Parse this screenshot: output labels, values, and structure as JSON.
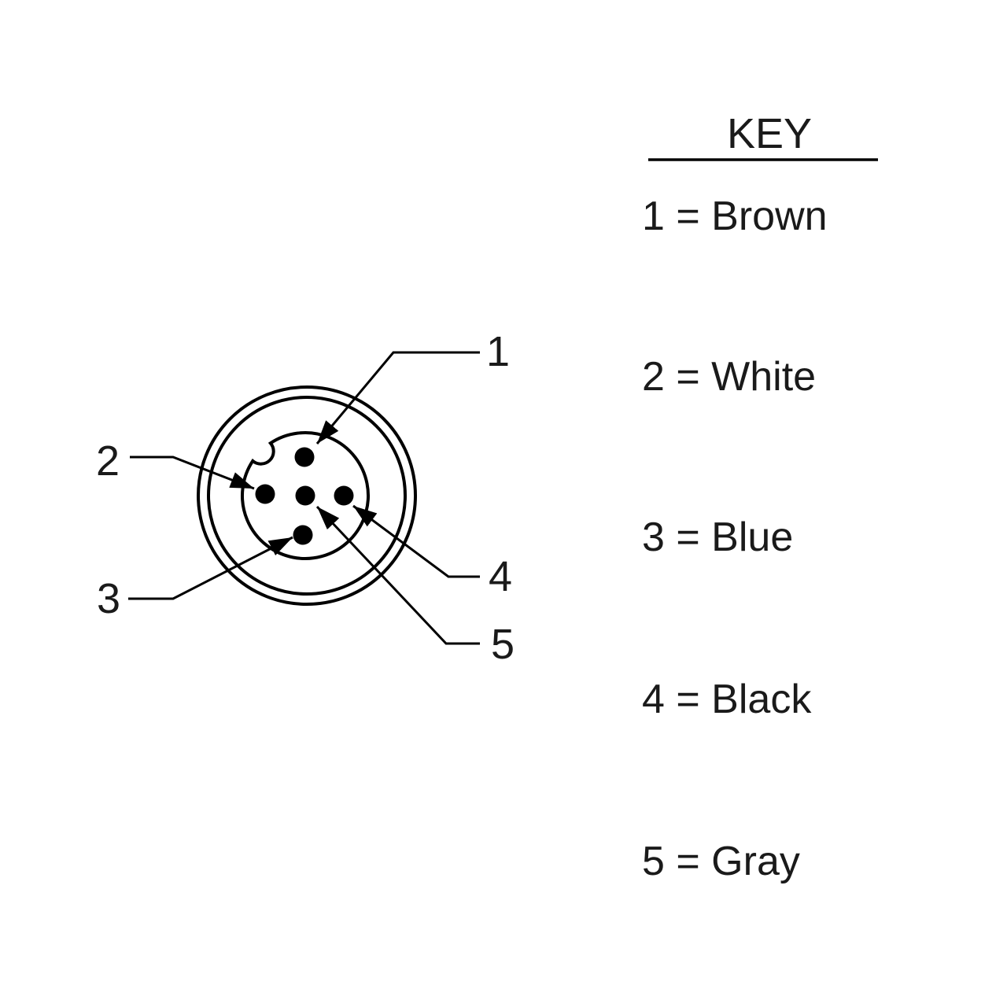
{
  "canvas": {
    "background": "#ffffff",
    "ink": "#000000",
    "text_color": "#1a1a1a"
  },
  "connector": {
    "pin_numbers": [
      "1",
      "2",
      "3",
      "4",
      "5"
    ]
  },
  "key": {
    "title": "KEY",
    "rows": [
      {
        "pin": "1",
        "color": "Brown",
        "label": "1 = Brown"
      },
      {
        "pin": "2",
        "color": "White",
        "label": "2 = White"
      },
      {
        "pin": "3",
        "color": "Blue",
        "label": "3 = Blue"
      },
      {
        "pin": "4",
        "color": "Black",
        "label": "4 = Black"
      },
      {
        "pin": "5",
        "color": "Gray",
        "label": "5 = Gray"
      }
    ]
  }
}
